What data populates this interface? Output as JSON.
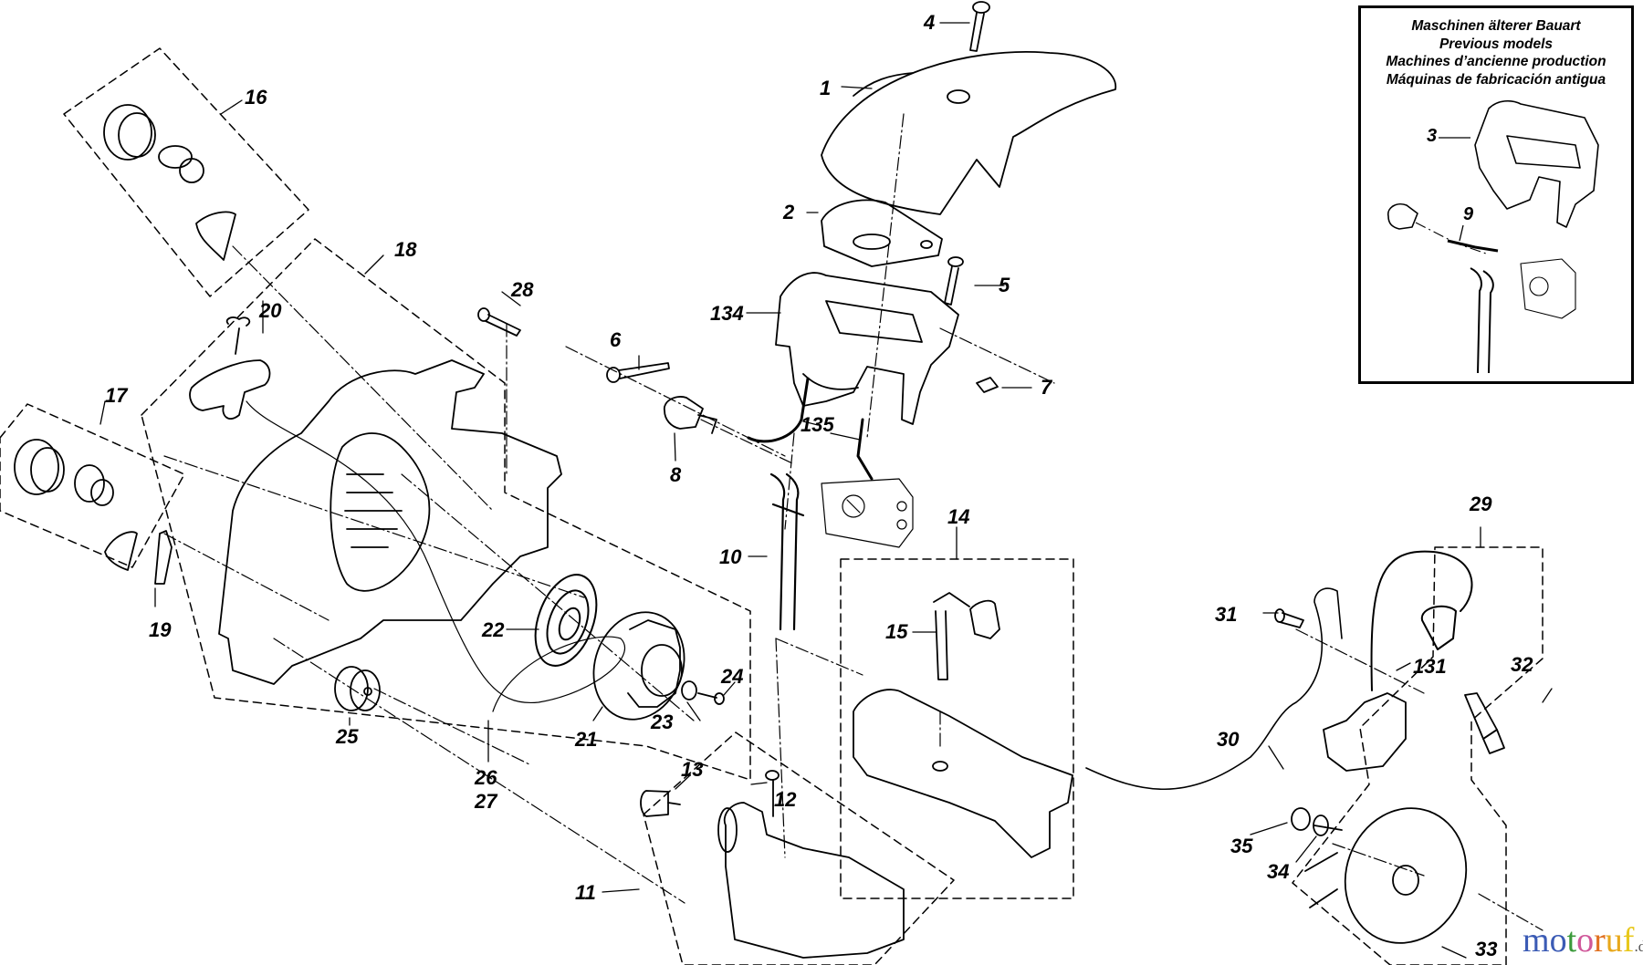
{
  "diagram": {
    "title": "Exploded parts diagram – starter, tank, carburetor and ignition assembly",
    "part_labels": [
      {
        "id": "1",
        "text": "1"
      },
      {
        "id": "2",
        "text": "2"
      },
      {
        "id": "4",
        "text": "4"
      },
      {
        "id": "5",
        "text": "5"
      },
      {
        "id": "6",
        "text": "6"
      },
      {
        "id": "7",
        "text": "7"
      },
      {
        "id": "8",
        "text": "8"
      },
      {
        "id": "10",
        "text": "10"
      },
      {
        "id": "11",
        "text": "11"
      },
      {
        "id": "12",
        "text": "12"
      },
      {
        "id": "13",
        "text": "13"
      },
      {
        "id": "14",
        "text": "14"
      },
      {
        "id": "15",
        "text": "15"
      },
      {
        "id": "16",
        "text": "16"
      },
      {
        "id": "17",
        "text": "17"
      },
      {
        "id": "18",
        "text": "18"
      },
      {
        "id": "19",
        "text": "19"
      },
      {
        "id": "20",
        "text": "20"
      },
      {
        "id": "21",
        "text": "21"
      },
      {
        "id": "22",
        "text": "22"
      },
      {
        "id": "23",
        "text": "23"
      },
      {
        "id": "24",
        "text": "24"
      },
      {
        "id": "25",
        "text": "25"
      },
      {
        "id": "26",
        "text": "26"
      },
      {
        "id": "27",
        "text": "27"
      },
      {
        "id": "28",
        "text": "28"
      },
      {
        "id": "29",
        "text": "29"
      },
      {
        "id": "30",
        "text": "30"
      },
      {
        "id": "31",
        "text": "31"
      },
      {
        "id": "32",
        "text": "32"
      },
      {
        "id": "33",
        "text": "33"
      },
      {
        "id": "34",
        "text": "34"
      },
      {
        "id": "35",
        "text": "35"
      },
      {
        "id": "131",
        "text": "131"
      },
      {
        "id": "134",
        "text": "134"
      },
      {
        "id": "135",
        "text": "135"
      }
    ]
  },
  "inset": {
    "title_lines": [
      "Maschinen älterer Bauart",
      "Previous models",
      "Machines d’ancienne production",
      "Máquinas de fabricación antigua"
    ],
    "labels": {
      "part3": "3",
      "part9": "9"
    }
  },
  "watermark": {
    "letters": [
      {
        "ch": "m",
        "color": "#3b5bb5"
      },
      {
        "ch": "o",
        "color": "#3b5bb5"
      },
      {
        "ch": "t",
        "color": "#3a9a3a"
      },
      {
        "ch": "o",
        "color": "#d0589a"
      },
      {
        "ch": "r",
        "color": "#e07020"
      },
      {
        "ch": "u",
        "color": "#e8a81c"
      },
      {
        "ch": "f",
        "color": "#e8c81c"
      }
    ],
    "tld": ".de"
  }
}
